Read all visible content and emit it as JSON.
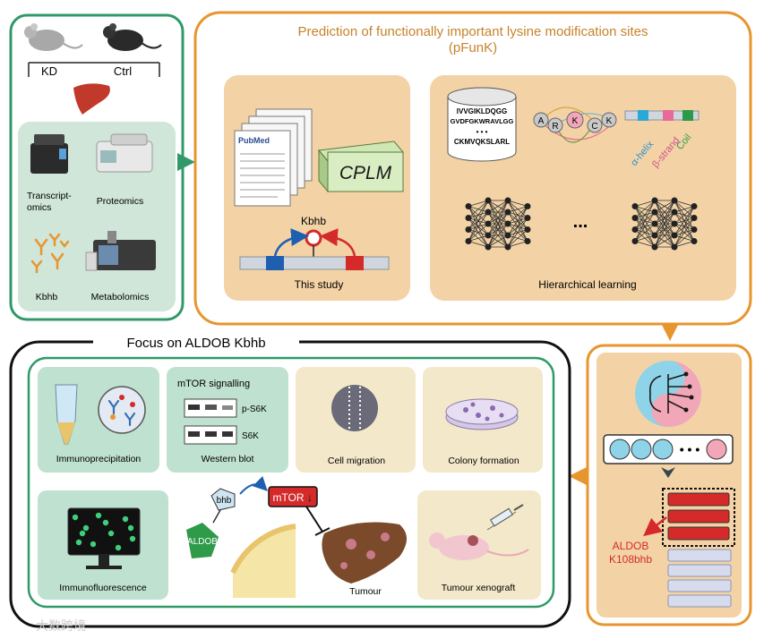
{
  "colors": {
    "orange": "#e8952e",
    "green": "#2f9a68",
    "black": "#111111",
    "panel_orange": "#f3d3a6",
    "panel_green": "#cfe6d8",
    "red": "#d42a2a",
    "blue": "#1f5fb0",
    "teal_bg": "#bfe1df"
  },
  "icons": [
    "mouse-icon",
    "liver-icon",
    "sequencer-icon",
    "mass-spectrometer-icon",
    "antibody-icon",
    "metabolomics-instrument-icon",
    "pubmed-document-icon",
    "cplm-book-icon",
    "neural-network-icon",
    "monitor-icon",
    "petri-dish-icon",
    "syringe-icon",
    "tube-icon",
    "western-blot-icon"
  ],
  "left_panel": {
    "mouse_labels": {
      "kd": "KD",
      "ctrl": "Ctrl"
    },
    "methods": {
      "transcriptomics": "Transcript-\nomics",
      "proteomics": "Proteomics",
      "kbhb": "Kbhb",
      "metabolomics": "Metabolomics"
    }
  },
  "pfunk": {
    "title_line1": "Prediction of functionally important lysine modification sites",
    "title_line2": "(pFunK)",
    "this_study": {
      "kbhb_label": "Kbhb",
      "caption": "This study",
      "cplm": "CPLM",
      "pubmed": "PubMed"
    },
    "hierarchical": {
      "sequences": [
        "IVVGIKLDQGG",
        "GVDFGKWRAVLGG",
        "• • •",
        "CKMVQKSLARL"
      ],
      "aa_nodes": [
        "A",
        "R",
        "K",
        "C",
        "K"
      ],
      "structure_labels": [
        "α-helix",
        "β-strand",
        "Coil"
      ],
      "ellipsis": "...",
      "caption": "Hierarchical learning"
    }
  },
  "right_panel": {
    "dots": "• • •",
    "aldob_line1": "ALDOB",
    "aldob_line2": "K108bhb"
  },
  "focus": {
    "title": "Focus on ALDOB Kbhb",
    "panels": {
      "immunoprecipitation": "Immunoprecipitation",
      "mtor_signalling": "mTOR signalling",
      "p_s6k": "p-S6K",
      "s6k": "S6K",
      "western_blot": "Western blot",
      "cell_migration": "Cell migration",
      "colony_formation": "Colony formation",
      "immunofluorescence": "Immunofluorescence",
      "bhb": "bhb",
      "aldob": "ALDOB",
      "mtor": "mTOR",
      "mtor_arrow": "↓",
      "tumour": "Tumour",
      "tumour_xenograft": "Tumour xenograft"
    }
  },
  "watermark": "大数跨境"
}
